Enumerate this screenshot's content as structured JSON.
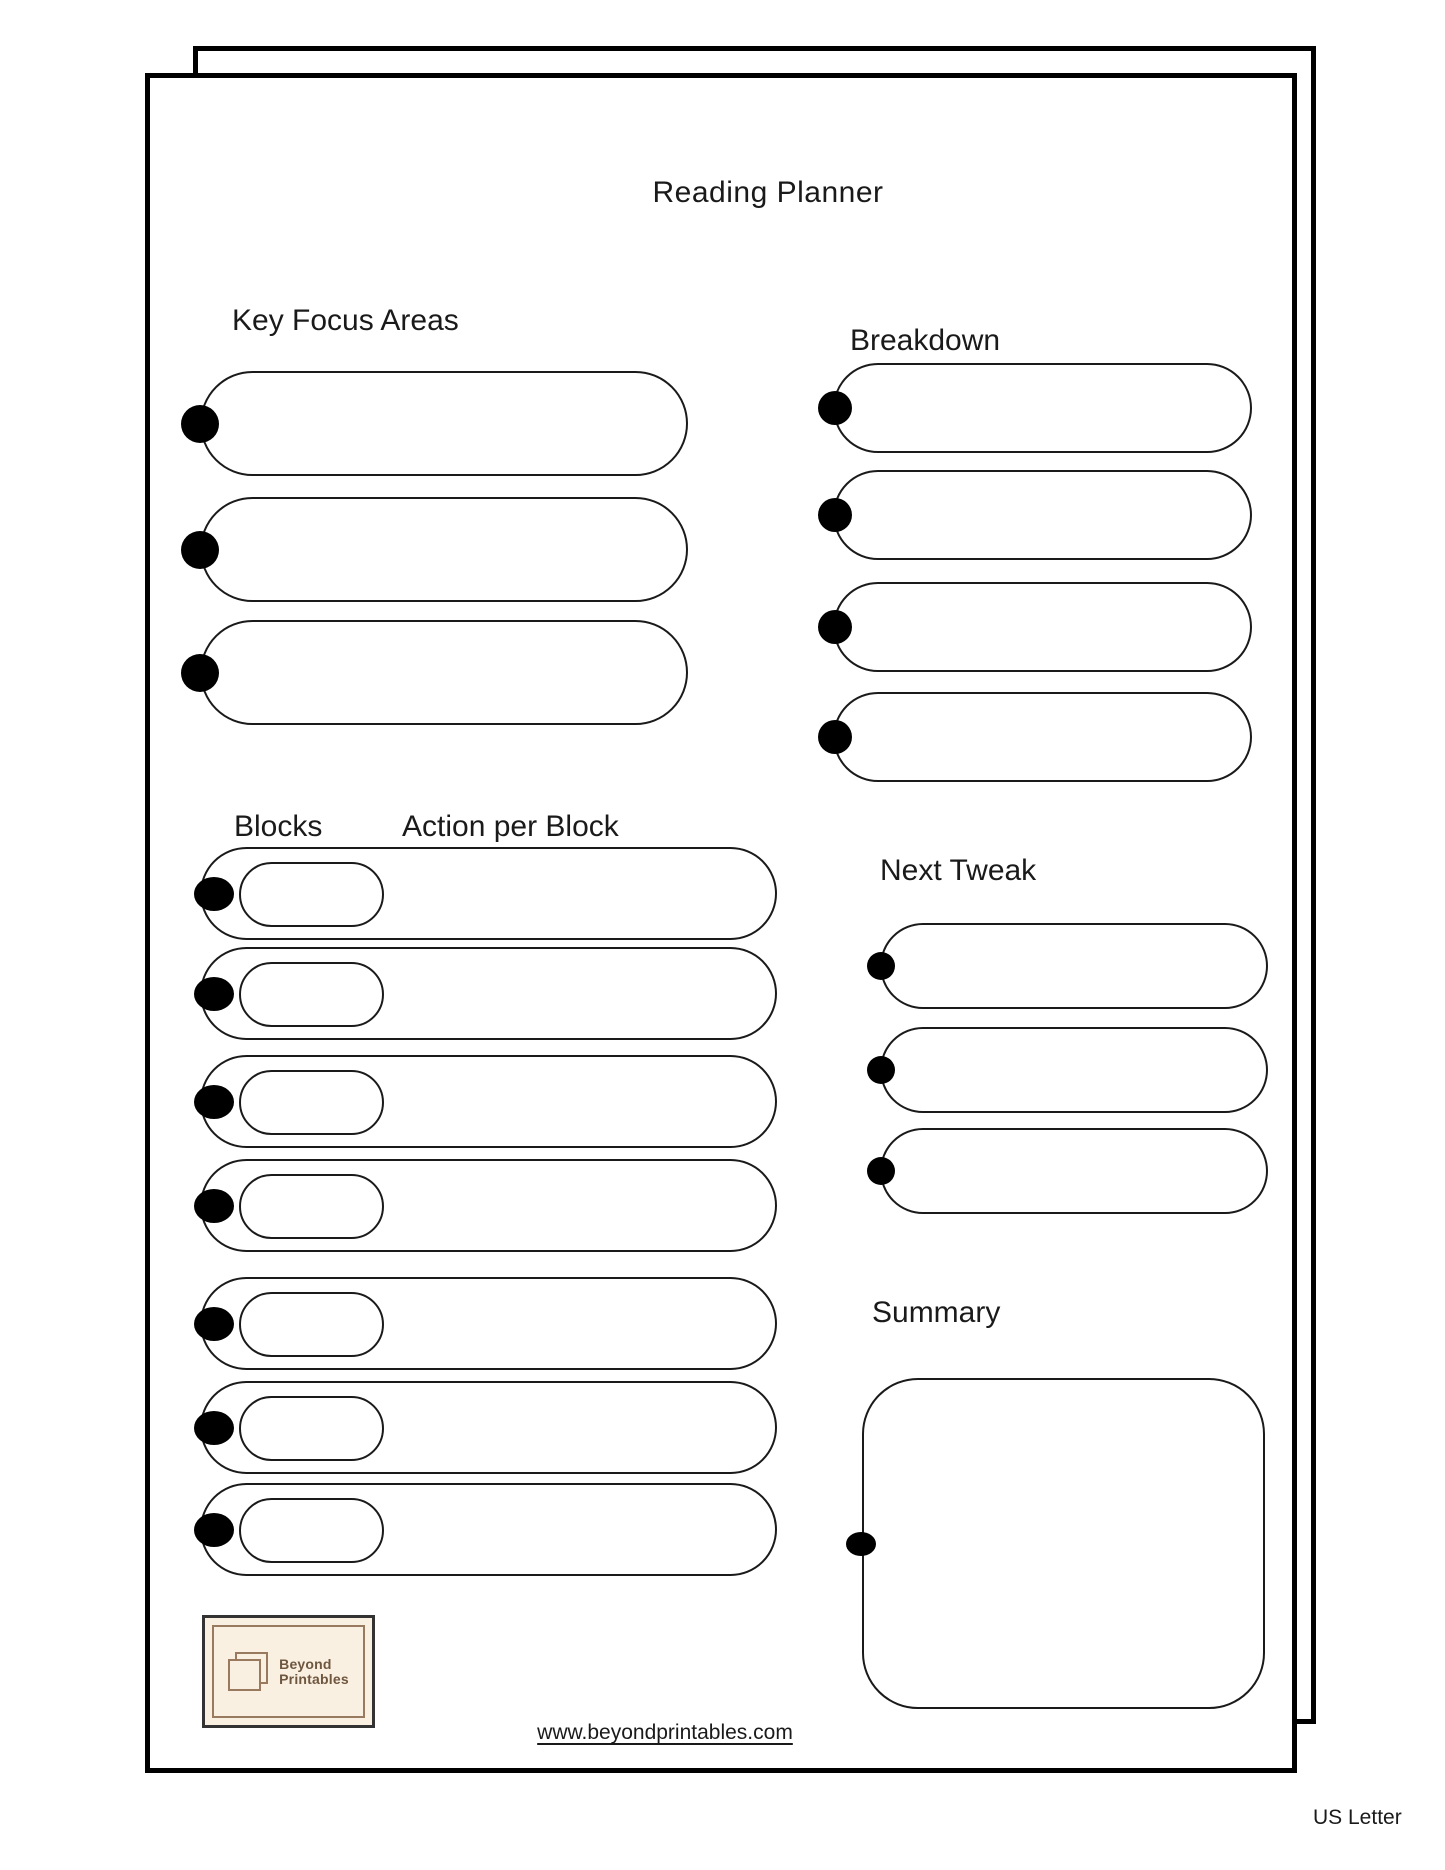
{
  "page": {
    "title": "Reading Planner",
    "footer_url": "www.beyondprintables.com",
    "paper_size": "US Letter"
  },
  "sections": {
    "key_focus": {
      "heading": "Key Focus Areas",
      "rows": 3
    },
    "breakdown": {
      "heading": "Breakdown",
      "rows": 4
    },
    "blocks": {
      "heading_left": "Blocks",
      "heading_right": "Action per Block",
      "rows": 7
    },
    "next_tweak": {
      "heading": "Next Tweak",
      "rows": 3
    },
    "summary": {
      "heading": "Summary",
      "rows": 1
    }
  },
  "logo": {
    "icon": "stacked-pages-icon",
    "name_line1": "Beyond",
    "name_line2": "Printables"
  },
  "colors": {
    "ink": "#1a1a1a",
    "page_border": "#000000",
    "bullet": "#000000",
    "logo_bg": "#faf0e2",
    "logo_border_outer": "#333333",
    "logo_border_inner": "#9a7a5e",
    "logo_text": "#6e563f"
  }
}
